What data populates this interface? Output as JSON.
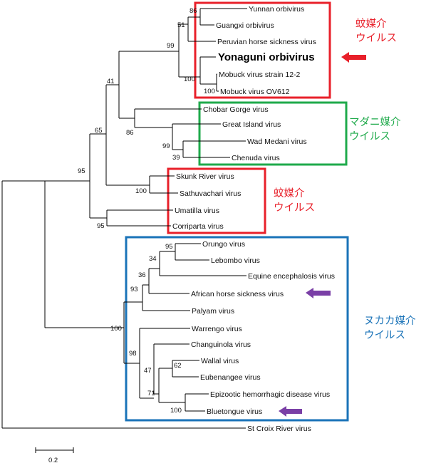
{
  "leaves": [
    {
      "id": "yunnan",
      "label": "Yunnan orbivirus"
    },
    {
      "id": "guangxi",
      "label": "Guangxi orbivirus"
    },
    {
      "id": "peruvian",
      "label": "Peruvian horse sickness virus"
    },
    {
      "id": "yonaguni",
      "label": "Yonaguni orbivirus"
    },
    {
      "id": "mobuck1",
      "label": "Mobuck virus strain 12-2"
    },
    {
      "id": "mobuck2",
      "label": "Mobuck virus OV612"
    },
    {
      "id": "chobar",
      "label": "Chobar Gorge virus"
    },
    {
      "id": "greatisland",
      "label": "Great Island virus"
    },
    {
      "id": "wadmedani",
      "label": "Wad Medani virus"
    },
    {
      "id": "chenuda",
      "label": "Chenuda virus"
    },
    {
      "id": "skunk",
      "label": "Skunk River virus"
    },
    {
      "id": "sathuvachari",
      "label": "Sathuvachari virus"
    },
    {
      "id": "umatilla",
      "label": "Umatilla virus"
    },
    {
      "id": "corriparta",
      "label": "Corriparta virus"
    },
    {
      "id": "orungo",
      "label": "Orungo virus"
    },
    {
      "id": "lebombo",
      "label": "Lebombo virus"
    },
    {
      "id": "equine",
      "label": "Equine encephalosis virus"
    },
    {
      "id": "ahs",
      "label": "African horse sickness virus"
    },
    {
      "id": "palyam",
      "label": "Palyam virus"
    },
    {
      "id": "warrengo",
      "label": "Warrengo virus"
    },
    {
      "id": "changuinola",
      "label": "Changuinola virus"
    },
    {
      "id": "wallal",
      "label": "Wallal virus"
    },
    {
      "id": "eubenangee",
      "label": "Eubenangee virus"
    },
    {
      "id": "ehd",
      "label": "Epizootic hemorrhagic disease virus"
    },
    {
      "id": "bluetongue",
      "label": "Bluetongue virus"
    },
    {
      "id": "stcroix",
      "label": "St Croix River virus"
    }
  ],
  "bootstrap": [
    {
      "id": "n-yun-gx",
      "value": "86"
    },
    {
      "id": "n-peru",
      "value": "51"
    },
    {
      "id": "n-mosq-top",
      "value": "99"
    },
    {
      "id": "n-yon-mob",
      "value": "100"
    },
    {
      "id": "n-mob",
      "value": "100"
    },
    {
      "id": "n-41",
      "value": "41"
    },
    {
      "id": "n-tick",
      "value": "86"
    },
    {
      "id": "n-gi-wm",
      "value": "99"
    },
    {
      "id": "n-chenuda",
      "value": "39"
    },
    {
      "id": "n-65",
      "value": "65"
    },
    {
      "id": "n-95a",
      "value": "95"
    },
    {
      "id": "n-skunk",
      "value": "100"
    },
    {
      "id": "n-uma",
      "value": "95"
    },
    {
      "id": "n-orungo",
      "value": "95"
    },
    {
      "id": "n-34",
      "value": "34"
    },
    {
      "id": "n-36",
      "value": "36"
    },
    {
      "id": "n-93",
      "value": "93"
    },
    {
      "id": "n-100b",
      "value": "100"
    },
    {
      "id": "n-98",
      "value": "98"
    },
    {
      "id": "n-62",
      "value": "62"
    },
    {
      "id": "n-47",
      "value": "47"
    },
    {
      "id": "n-71",
      "value": "71"
    },
    {
      "id": "n-bt",
      "value": "100"
    }
  ],
  "vector_groups": [
    {
      "id": "mosquito-top",
      "line1": "蚊媒介",
      "line2": "ウイルス",
      "color": "#e8202a"
    },
    {
      "id": "tick",
      "line1": "マダニ媒介",
      "line2": "ウイルス",
      "color": "#1faa4b"
    },
    {
      "id": "mosquito-mid",
      "line1": "蚊媒介",
      "line2": "ウイルス",
      "color": "#e8202a"
    },
    {
      "id": "culicoides",
      "line1": "ヌカカ媒介",
      "line2": "ウイルス",
      "color": "#1a73b8"
    }
  ],
  "arrows": [
    {
      "id": "yonaguni-arrow",
      "color": "#e8202a"
    },
    {
      "id": "ahs-arrow",
      "color": "#7a3fa6"
    },
    {
      "id": "bluetongue-arrow",
      "color": "#7a3fa6"
    }
  ],
  "scale_bar": {
    "label": "0.2"
  }
}
